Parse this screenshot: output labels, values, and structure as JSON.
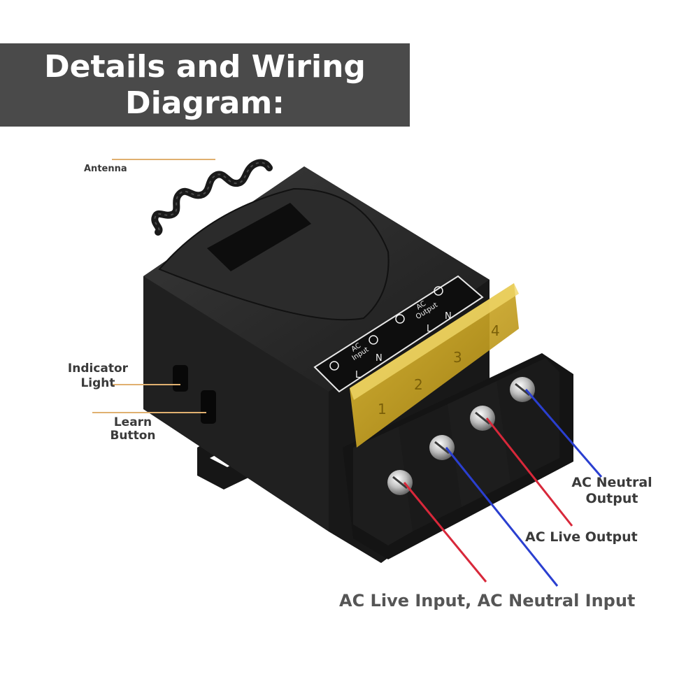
{
  "title": {
    "line1": "Details and Wiring",
    "line2": "Diagram:"
  },
  "labels": {
    "antenna": "Antenna",
    "indicator_line1": "Indicator",
    "indicator_line2": "Light",
    "learn_line1": "Learn",
    "learn_line2": "Button",
    "neutral_output_line1": "AC Neutral",
    "neutral_output_line2": "Output",
    "live_output": "AC Live Output",
    "inputs": "AC Live Input, AC Neutral Input"
  },
  "device_markings": {
    "ac_input": [
      "AC",
      "Input"
    ],
    "ac_output": [
      "AC",
      "Output"
    ],
    "live": "L",
    "neutral": "N",
    "cover_digits": [
      "1",
      "2",
      "3",
      "4"
    ]
  },
  "colors": {
    "banner": "#4a4a4a",
    "leader_line": "#e0b070",
    "live_wire": "#d8283a",
    "neutral_wire": "#2a3fd0",
    "cover": "#c9a21a",
    "housing": "#1e1e1e"
  }
}
